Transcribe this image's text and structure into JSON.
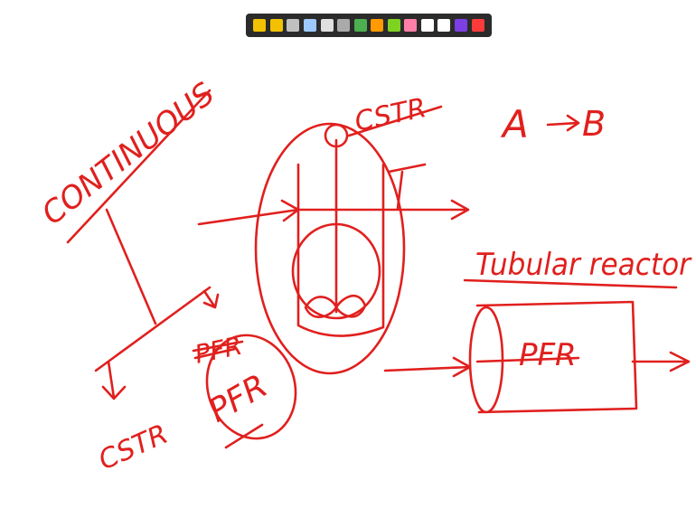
{
  "toolbar": {
    "tools": [
      {
        "icon": "arrow-pointer-icon",
        "color": "#f2c200"
      },
      {
        "icon": "pen-icon",
        "color": "#f2c200"
      },
      {
        "icon": "highlighter-icon",
        "color": "#c0c0c0"
      },
      {
        "icon": "bucket-icon",
        "color": "#9ec9ff"
      },
      {
        "icon": "stamp-icon",
        "color": "#e0e0e0"
      },
      {
        "icon": "eraser-icon",
        "color": "#aaaaaa"
      },
      {
        "icon": "shapes-icon",
        "color": "#4caf50"
      },
      {
        "icon": "marker-icon",
        "color": "#ff9a00"
      },
      {
        "icon": "green-pen-icon",
        "color": "#7ed321"
      },
      {
        "icon": "pink-eraser-icon",
        "color": "#ff7fa8"
      },
      {
        "icon": "laser-icon",
        "color": "#ffffff"
      },
      {
        "icon": "settings-icon",
        "color": "#ffffff"
      },
      {
        "icon": "color-palette-icon",
        "color": "#7b3fe4"
      },
      {
        "icon": "close-icon",
        "color": "#ff3b3b"
      }
    ]
  },
  "labels": {
    "continuous": "CONTINUOUS",
    "cstr_bottom": "CSTR",
    "cstr_top": "CSTR",
    "pfr_crossed": "PFR",
    "pfr_circled": "PFR",
    "reaction_a": "A",
    "reaction_b": "B",
    "tubular": "Tubular reactor",
    "pfr_tube": "PFR"
  },
  "ink_color": "#e0201e"
}
